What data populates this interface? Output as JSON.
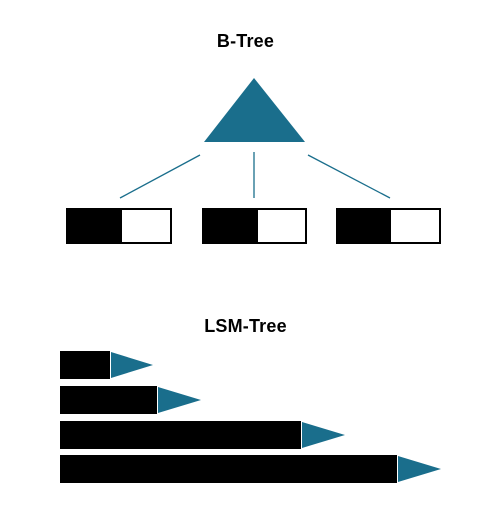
{
  "btree": {
    "title": "B-Tree",
    "node_count": 3
  },
  "lsm": {
    "title": "LSM-Tree",
    "level_count": 4
  },
  "colors": {
    "accent": "#1a6e8c",
    "fill": "#000000",
    "empty": "#ffffff"
  },
  "icons": {
    "root": "triangle-icon",
    "arrow": "triangle-right-icon"
  }
}
